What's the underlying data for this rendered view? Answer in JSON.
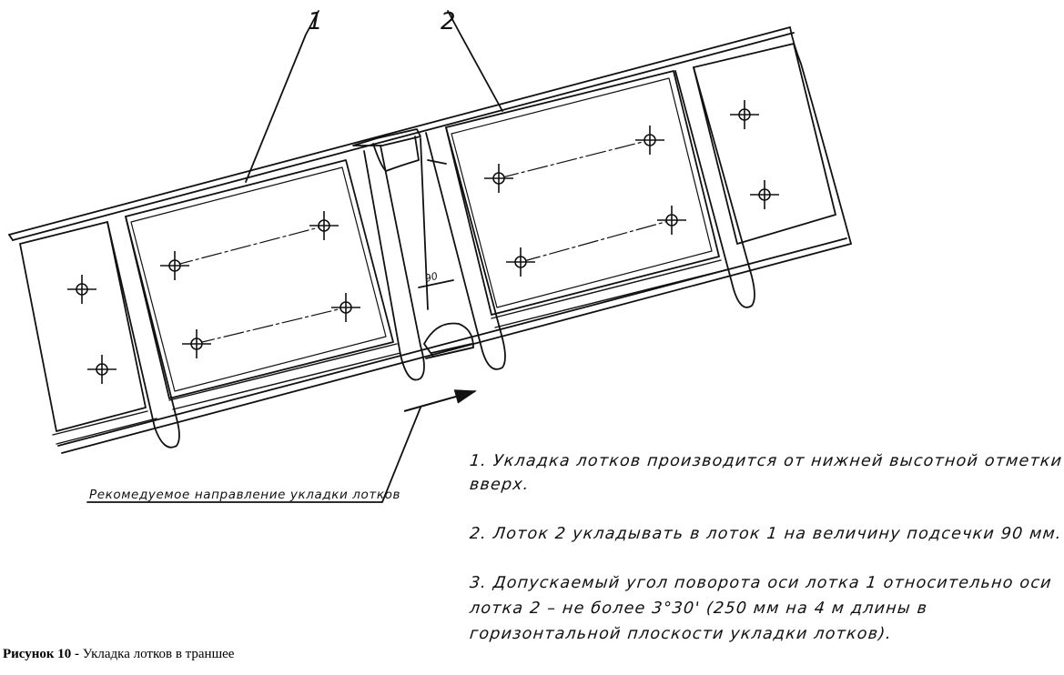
{
  "figure": {
    "callout_1": "1",
    "callout_2": "2",
    "dimension": "90",
    "direction_label": "Рекомедуемое направление укладки лотков"
  },
  "notes": {
    "note1_line1": "1. Укладка лотков производится от нижней высотной отметки",
    "note1_line2": "вверх.",
    "note2": "2. Лоток 2 укладывать в лоток 1 на величину подсечки 90 мм.",
    "note3_line1": "3. Допускаемый угол поворота оси лотка 1 относительно оси",
    "note3_line2": "лотка 2 – не более 3°30' (250 мм на 4 м длины в",
    "note3_line3": "горизонтальной плоскости укладки лотков)."
  },
  "caption": {
    "label": "Рисунок 10 -",
    "text": " Укладка лотков в траншее"
  }
}
